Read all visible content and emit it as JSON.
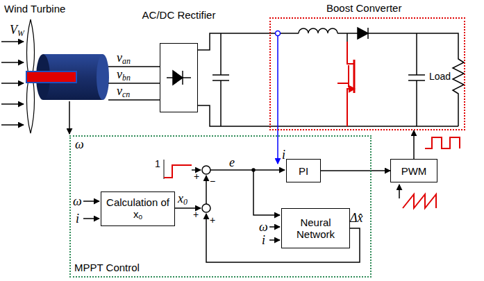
{
  "diagram": {
    "nodes": [
      {
        "text": [
          "AC/DC Rectifier"
        ]
      },
      {
        "text": [
          "Boost Converter"
        ]
      },
      {
        "text": [
          "MPPT Control"
        ]
      },
      {
        "text": [
          "Calculation of x0"
        ],
        "in": 2
      },
      {
        "text": [
          "PI"
        ],
        "in": 2
      },
      {
        "text": [
          "Neural Network"
        ],
        "in": 2
      },
      {
        "text": [
          "PWM"
        ]
      }
    ],
    "edges": [
      {
        "from": 4,
        "to": 6,
        "arrow": "to"
      },
      {
        "from": 6,
        "to": 1,
        "arrow": "to"
      }
    ],
    "labels": [
      "Wind Turbine",
      "VW",
      "van",
      "vbn",
      "vcn",
      "Load",
      "ω",
      "i",
      "1",
      "+",
      "−",
      "e",
      "x0",
      "+",
      "+",
      "ω",
      "i",
      "ω",
      "i",
      "Δx̂"
    ]
  }
}
